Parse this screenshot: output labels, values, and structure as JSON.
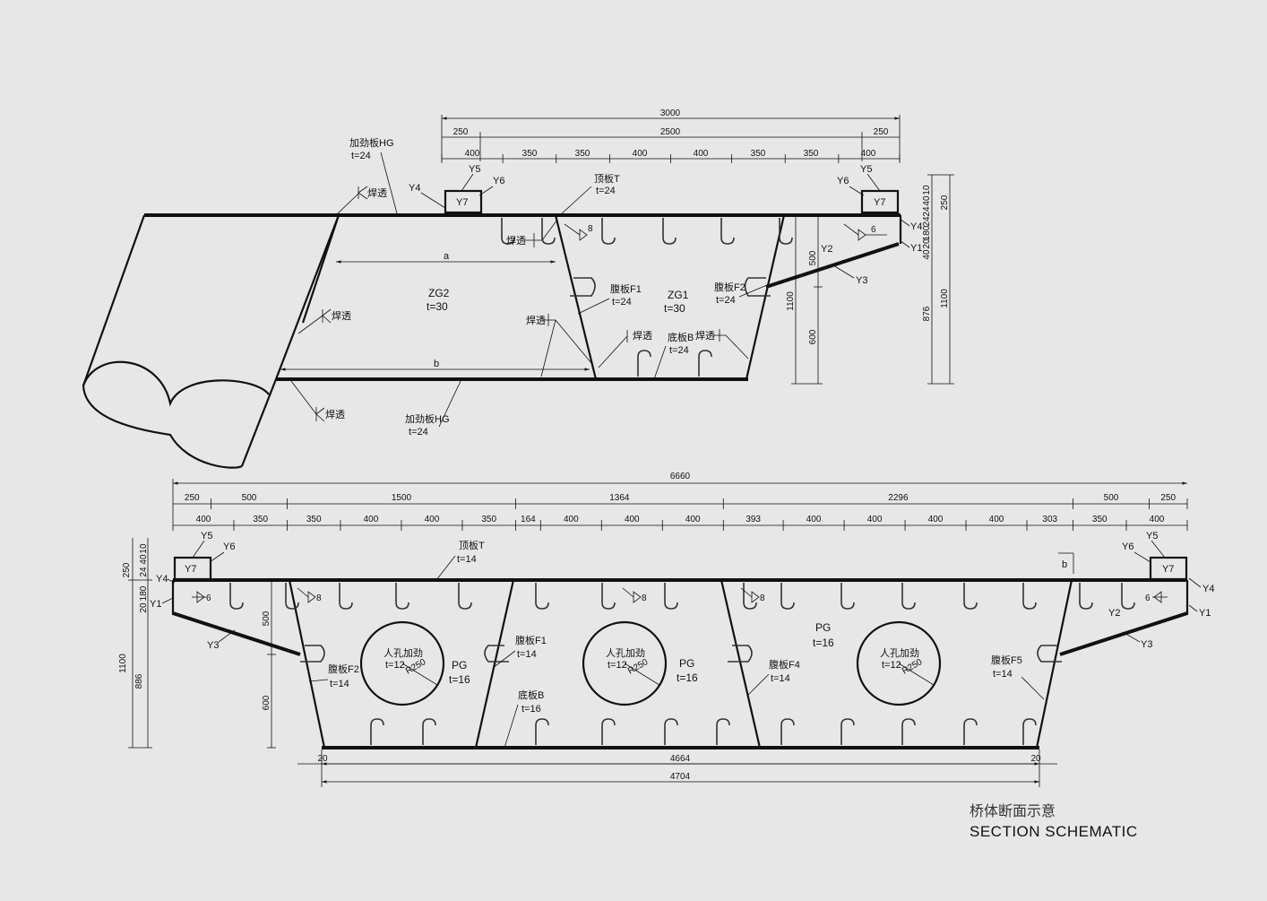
{
  "caption": {
    "cn": "桥体断面示意",
    "en": "SECTION SCHEMATIC"
  },
  "top_section": {
    "overall": "3000",
    "dims_row2": [
      "250",
      "2500",
      "250"
    ],
    "dims_row3": [
      "400",
      "350",
      "350",
      "400",
      "400",
      "350",
      "350",
      "400"
    ],
    "vertical_dims": [
      "500",
      "600",
      "1100",
      "876",
      "1100",
      "250",
      "10",
      "40",
      "24",
      "24",
      "180",
      "20",
      "40"
    ],
    "labels": {
      "hg_top": "加劲板HG",
      "hg_top_t": "t=24",
      "top_plate": "顶板T",
      "top_plate_t": "t=24",
      "web1": "腹板F1",
      "web1_t": "t=24",
      "web2": "腹板F2",
      "web2_t": "t=24",
      "bottom": "底板B",
      "bottom_t": "t=24",
      "zg1": "ZG1",
      "zg1_t": "t=30",
      "zg2": "ZG2",
      "zg2_t": "t=30",
      "hg_bot": "加劲板HG",
      "hg_bot_t": "t=24",
      "weld": "焊透",
      "a": "a",
      "b": "b",
      "eight": "8",
      "six": "6",
      "Y1": "Y1",
      "Y2": "Y2",
      "Y3": "Y3",
      "Y4": "Y4",
      "Y5": "Y5",
      "Y6": "Y6",
      "Y7": "Y7"
    }
  },
  "bottom_section": {
    "overall": "6660",
    "dims_row2": [
      "250",
      "500",
      "1500",
      "1364",
      "2296",
      "500",
      "250"
    ],
    "dims_row3": [
      "400",
      "350",
      "350",
      "400",
      "400",
      "350",
      "164",
      "400",
      "400",
      "400",
      "393",
      "400",
      "400",
      "400",
      "400",
      "303",
      "350",
      "400"
    ],
    "vertical_dims": [
      "250",
      "10",
      "40",
      "24",
      "180",
      "20",
      "1100",
      "886",
      "500",
      "600"
    ],
    "bottom_dims": [
      "20",
      "4664",
      "20",
      "4704"
    ],
    "labels": {
      "top_plate": "顶板T",
      "top_plate_t": "t=14",
      "web1": "腹板F1",
      "web1_t": "t=14",
      "web2": "腹板F2",
      "web2_t": "t=14",
      "web4": "腹板F4",
      "web4_t": "t=14",
      "web5": "腹板F5",
      "web5_t": "t=14",
      "bottom": "底板B",
      "bottom_t": "t=16",
      "pg": "PG",
      "pg_t": "t=16",
      "manhole": "人孔加劲",
      "manhole_t": "t=12",
      "radius": "R250",
      "b_mark": "b",
      "eight": "8",
      "six": "6",
      "Y1": "Y1",
      "Y2": "Y2",
      "Y3": "Y3",
      "Y4": "Y4",
      "Y5": "Y5",
      "Y6": "Y6",
      "Y7": "Y7"
    }
  }
}
